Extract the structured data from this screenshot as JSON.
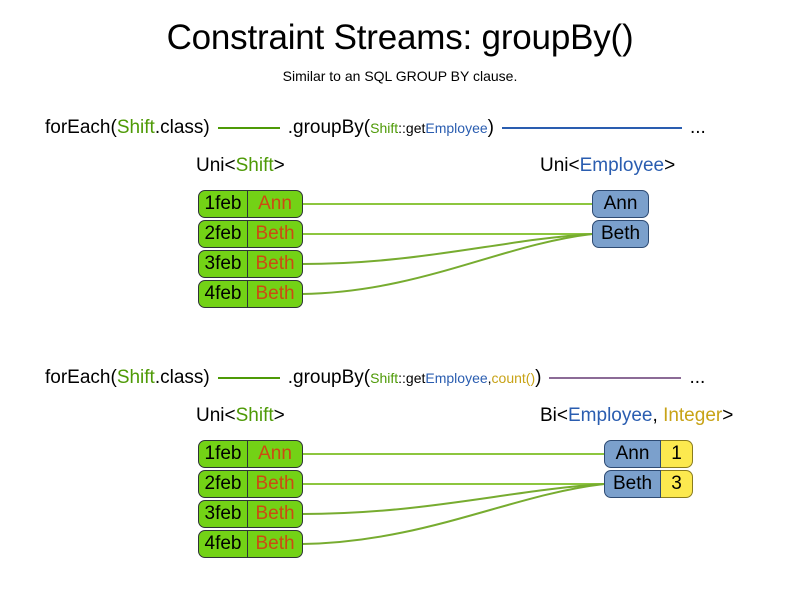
{
  "header": {
    "title": "Constraint Streams: groupBy()",
    "subtitle": "Similar to an SQL GROUP BY clause."
  },
  "colors": {
    "shift_green": "#73D216",
    "shift_name_text": "#CC4B12",
    "employee_blue": "#7BA0CC",
    "count_yellow": "#FCE94F",
    "token_green": "#4E9A06",
    "token_blue": "#2A5DB0",
    "token_gold": "#C8A317",
    "wire_green": "#4E9A06",
    "wire_blue": "#2A5DB0",
    "wire_purple": "#8B6B96",
    "link_green": "#77AC30"
  },
  "diagrams": [
    {
      "id": "groupby-single",
      "code": {
        "for_each": "forEach(",
        "for_each_type": "Shift",
        "for_each_suffix": ".class)",
        "group_by": ".groupBy(",
        "arg1_type": "Shift",
        "arg1_sep": "::get",
        "arg1_prop": "Employee",
        "group_by_close": ")",
        "ellipsis": "..."
      },
      "left_label": {
        "prefix": "Uni<",
        "type": "Shift",
        "suffix": ">"
      },
      "right_label": {
        "prefix": "Uni<",
        "type": "Employee",
        "suffix": ">"
      },
      "shifts": [
        {
          "date": "1feb",
          "employee": "Ann"
        },
        {
          "date": "2feb",
          "employee": "Beth"
        },
        {
          "date": "3feb",
          "employee": "Beth"
        },
        {
          "date": "4feb",
          "employee": "Beth"
        }
      ],
      "groups": [
        {
          "employee": "Ann"
        },
        {
          "employee": "Beth"
        }
      ],
      "links": [
        {
          "from": 0,
          "to": 0
        },
        {
          "from": 1,
          "to": 1
        },
        {
          "from": 2,
          "to": 1
        },
        {
          "from": 3,
          "to": 1
        }
      ]
    },
    {
      "id": "groupby-count",
      "code": {
        "for_each": "forEach(",
        "for_each_type": "Shift",
        "for_each_suffix": ".class)",
        "group_by": ".groupBy(",
        "arg1_type": "Shift",
        "arg1_sep": "::get",
        "arg1_prop": "Employee",
        "arg_comma": ", ",
        "arg2": "count()",
        "group_by_close": ")",
        "ellipsis": "..."
      },
      "left_label": {
        "prefix": "Uni<",
        "type": "Shift",
        "suffix": ">"
      },
      "right_label": {
        "prefix": "Bi<",
        "type": "Employee",
        "comma": ", ",
        "type2": "Integer",
        "suffix": ">"
      },
      "shifts": [
        {
          "date": "1feb",
          "employee": "Ann"
        },
        {
          "date": "2feb",
          "employee": "Beth"
        },
        {
          "date": "3feb",
          "employee": "Beth"
        },
        {
          "date": "4feb",
          "employee": "Beth"
        }
      ],
      "groups": [
        {
          "employee": "Ann",
          "count": "1"
        },
        {
          "employee": "Beth",
          "count": "3"
        }
      ],
      "links": [
        {
          "from": 0,
          "to": 0
        },
        {
          "from": 1,
          "to": 1
        },
        {
          "from": 2,
          "to": 1
        },
        {
          "from": 3,
          "to": 1
        }
      ]
    }
  ]
}
